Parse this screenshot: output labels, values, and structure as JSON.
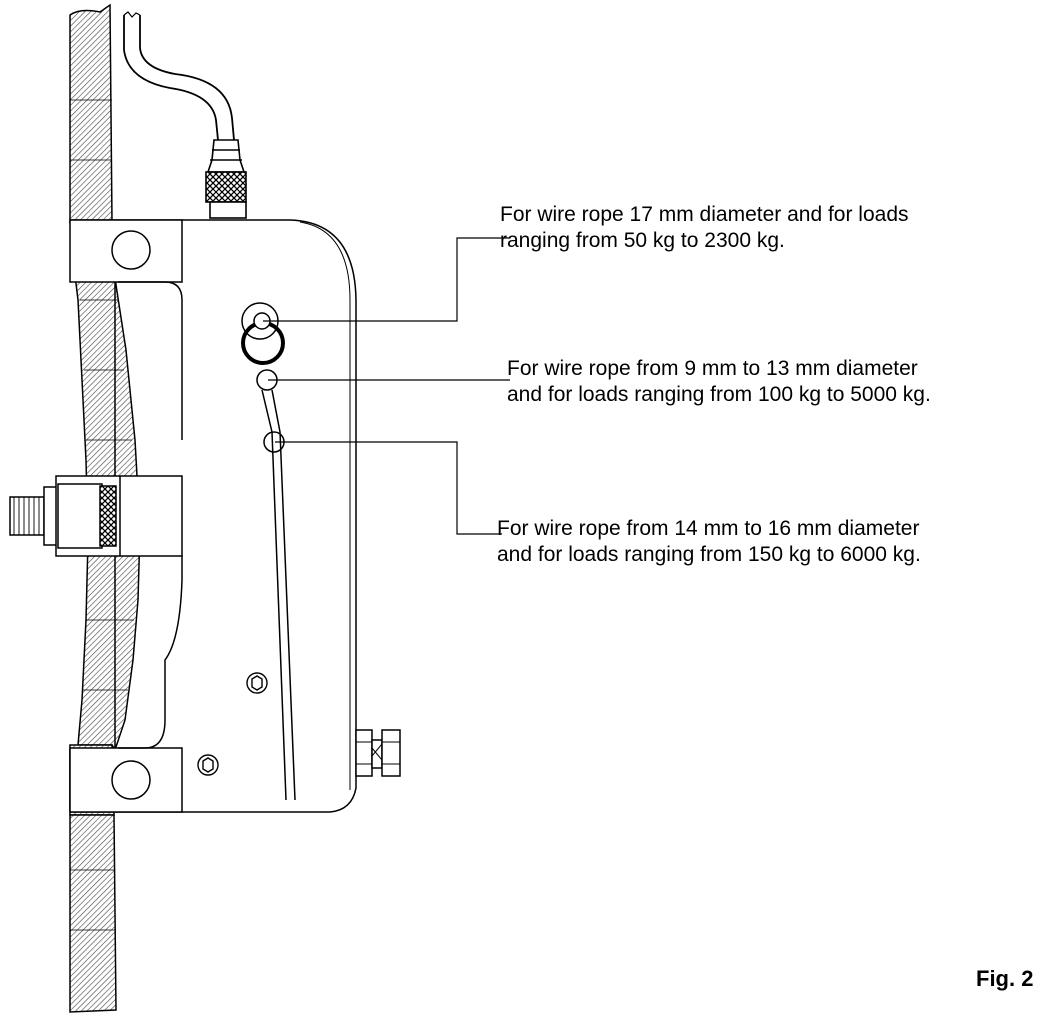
{
  "callouts": [
    {
      "line1": "For wire rope 17 mm diameter and for loads",
      "line2": "ranging from 50 kg to 2300 kg."
    },
    {
      "line1": "For wire rope from 9 mm to 13 mm diameter",
      "line2": "and for loads ranging from 100 kg to 5000 kg."
    },
    {
      "line1": "For wire rope from 14 mm to 16 mm diameter",
      "line2": "and for loads ranging from 150 kg to 6000 kg."
    }
  ],
  "figure_label": "Fig. 2"
}
